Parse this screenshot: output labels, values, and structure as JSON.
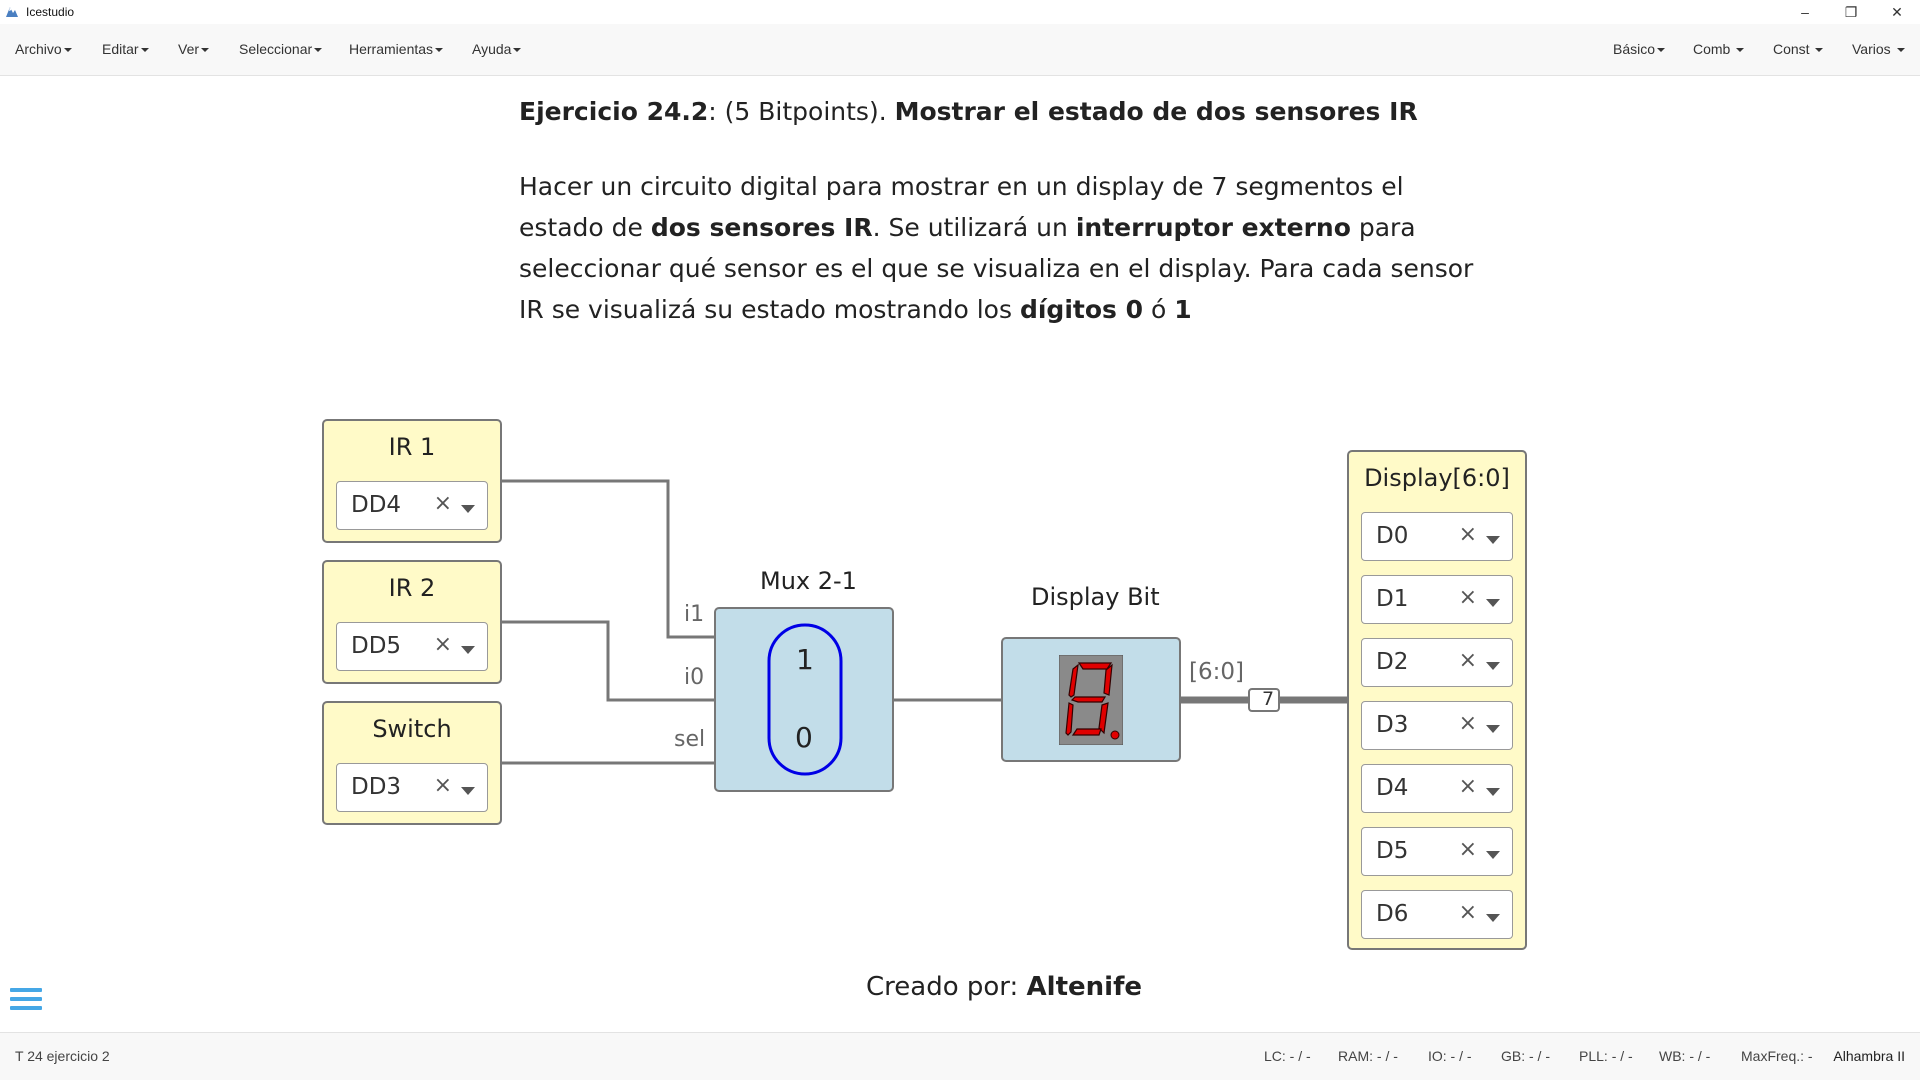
{
  "window": {
    "title": "Icestudio",
    "minimize": "–",
    "restore": "❐",
    "close": "✕"
  },
  "menu": {
    "left": [
      "Archivo",
      "Editar",
      "Ver",
      "Seleccionar",
      "Herramientas",
      "Ayuda"
    ],
    "right": [
      "Básico",
      "Comb",
      "Const",
      "Varios"
    ]
  },
  "exercise": {
    "title_bold": "Ejercicio 24.2",
    "title_mid": ": (5 Bitpoints). ",
    "title_end_bold": "Mostrar el estado de dos sensores IR",
    "body": [
      {
        "t": "Hacer un circuito digital para mostrar en un display de 7 segmentos el estado de ",
        "b": false
      },
      {
        "t": "dos sensores IR",
        "b": true
      },
      {
        "t": ". Se utilizará un ",
        "b": false
      },
      {
        "t": "interruptor externo",
        "b": true
      },
      {
        "t": " para seleccionar qué sensor es el que se visualiza en el display. Para cada sensor IR se visualizá su estado mostrando los ",
        "b": false
      },
      {
        "t": "dígitos 0",
        "b": true
      },
      {
        "t": " ó ",
        "b": false
      },
      {
        "t": "1",
        "b": true
      }
    ]
  },
  "inputs": [
    {
      "label": "IR 1",
      "pin": "DD4"
    },
    {
      "label": "IR 2",
      "pin": "DD5"
    },
    {
      "label": "Switch",
      "pin": "DD3"
    }
  ],
  "pin_remove": "×",
  "mux": {
    "label": "Mux 2-1",
    "port_i1": "i1",
    "port_i0": "i0",
    "port_sel": "sel",
    "value_top": "1",
    "value_bottom": "0"
  },
  "display_bit": {
    "label": "Display Bit",
    "out_port": "[6:0]",
    "bus_width": "7"
  },
  "output": {
    "label": "Display[6:0]",
    "pins": [
      "D0",
      "D1",
      "D2",
      "D3",
      "D4",
      "D5",
      "D6"
    ]
  },
  "credit": {
    "prefix": "Creado por: ",
    "author": "Altenife"
  },
  "footer": {
    "project": "T 24 ejercicio 2",
    "stats": [
      "LC:  - / -",
      "RAM:  - / -",
      "IO:  - / -",
      "GB:  - / -",
      "PLL:  - / -",
      "WB:  - / -",
      "MaxFreq.:  -"
    ],
    "board": "Alhambra II"
  },
  "colors": {
    "input_block": "#fffac8",
    "logic_block": "#c2dde9",
    "segment_on": "#e00000",
    "segment_bg": "#8a8a8a",
    "hamburger": "#45a7e6"
  }
}
